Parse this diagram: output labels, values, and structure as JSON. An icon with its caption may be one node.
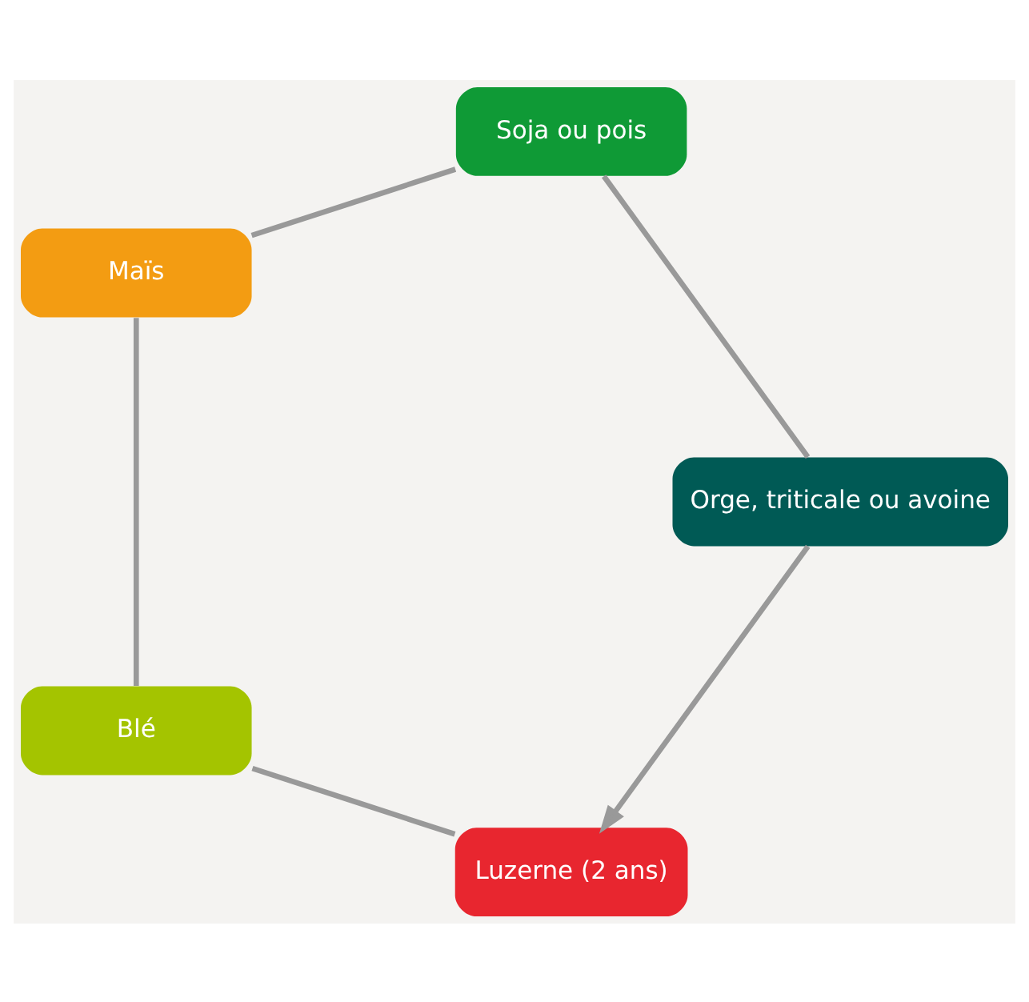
{
  "diagram": {
    "nodes": [
      {
        "text": [
          "Luzerne (2 ans)"
        ]
      },
      {
        "text": [
          "Blé"
        ]
      },
      {
        "text": [
          "Maïs"
        ]
      },
      {
        "text": [
          "Soja ou pois"
        ]
      },
      {
        "text": [
          "Orge, triticale ou avoine"
        ]
      }
    ],
    "edges": [
      {
        "from": 0,
        "to": 1,
        "arrow": "none"
      },
      {
        "from": 1,
        "to": 2,
        "arrow": "none"
      },
      {
        "from": 2,
        "to": 3,
        "arrow": "none"
      },
      {
        "from": 3,
        "to": 4,
        "arrow": "none"
      },
      {
        "from": 4,
        "to": 0,
        "arrow": "to"
      }
    ]
  }
}
